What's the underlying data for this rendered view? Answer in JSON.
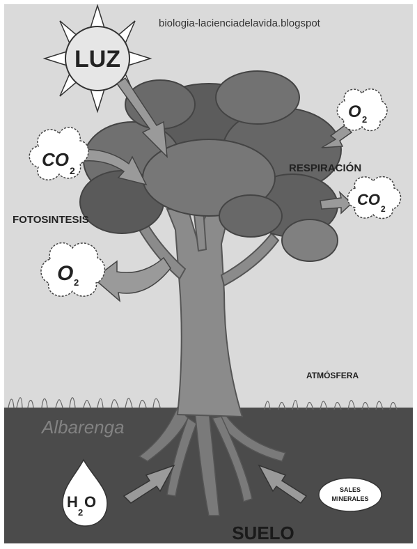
{
  "watermark": "biologia-lacienciadelavida.blogspot",
  "labels": {
    "luz": "LUZ",
    "respiracion": "RESPIRACIÓN",
    "fotosintesis": "FOTOSINTESIS",
    "atmosfera": "ATMÓSFERA",
    "suelo": "SUELO",
    "albarenga": "Albarenga",
    "sales_line1": "SALES",
    "sales_line2": "MINERALES"
  },
  "clouds": {
    "co2_left": {
      "main": "CO",
      "sub": "2"
    },
    "o2_top_right": {
      "main": "O",
      "sub": "2"
    },
    "co2_right": {
      "main": "CO",
      "sub": "2"
    },
    "o2_left": {
      "main": "O",
      "sub": "2"
    }
  },
  "water": {
    "h": "H",
    "sub": "2",
    "o": "O"
  },
  "colors": {
    "sky": "#d9d9d9",
    "soil": "#4d4d4d",
    "trunk": "#8c8c8c",
    "foliage_dark": "#5a5a5a",
    "foliage_mid": "#737373",
    "arrow": "#8e8e8e",
    "cloud": "#ffffff"
  }
}
